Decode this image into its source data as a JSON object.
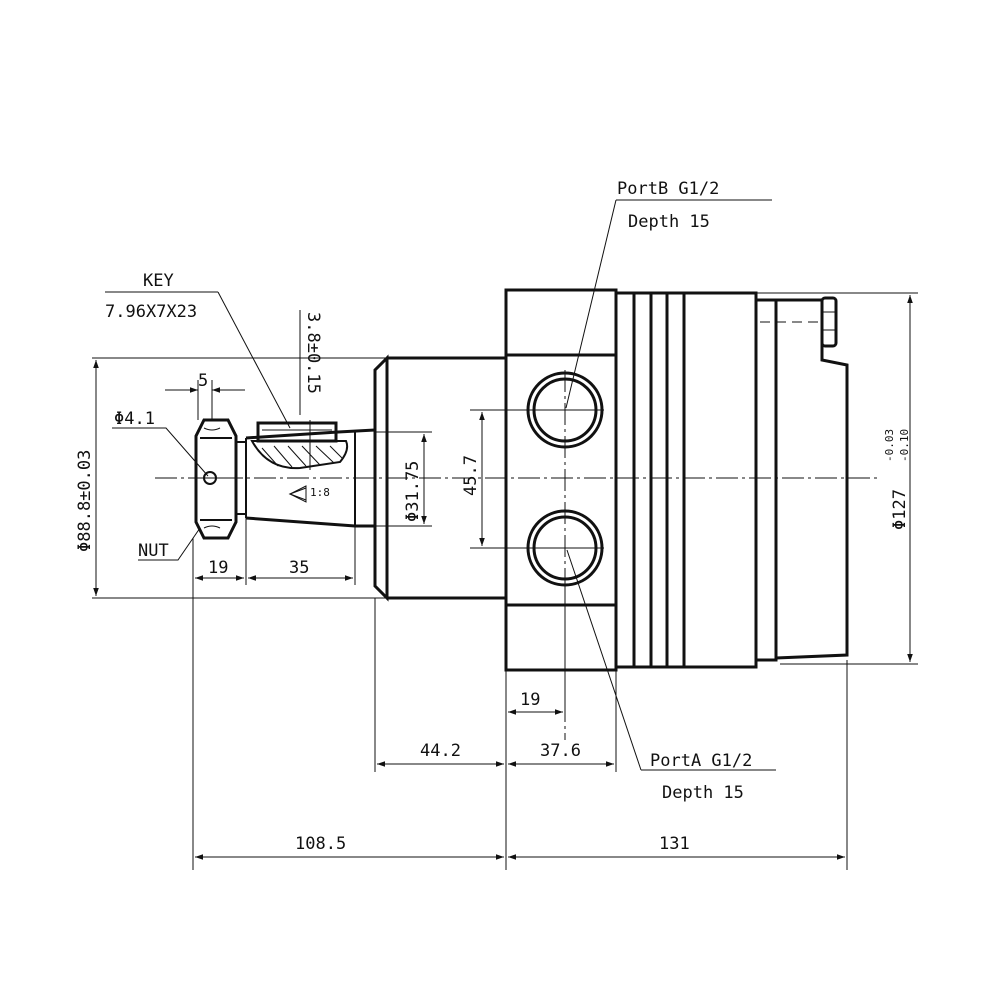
{
  "labels": {
    "port_b": "PortB G1/2",
    "port_b_depth": "Depth 15",
    "port_a": "PortA G1/2",
    "port_a_depth": "Depth 15",
    "key": "KEY",
    "key_size": "7.96X7X23",
    "key_depth": "3.8±0.15",
    "nut": "NUT",
    "hole_dia": "Φ4.1",
    "taper": "1:8"
  },
  "dimensions": {
    "flange_dia": "Φ88.8±0.03",
    "body_dia": "Φ127",
    "body_tol_upper": "-0.03",
    "body_tol_lower": "-0.10",
    "shaft_dia": "Φ31.75",
    "port_spacing": "45.7",
    "nut_width": "5",
    "nut_len": "19",
    "shaft_len": "35",
    "port_offset": "19",
    "flange_to_ports": "44.2",
    "port_block": "37.6",
    "total_left": "108.5",
    "total_right": "131"
  }
}
